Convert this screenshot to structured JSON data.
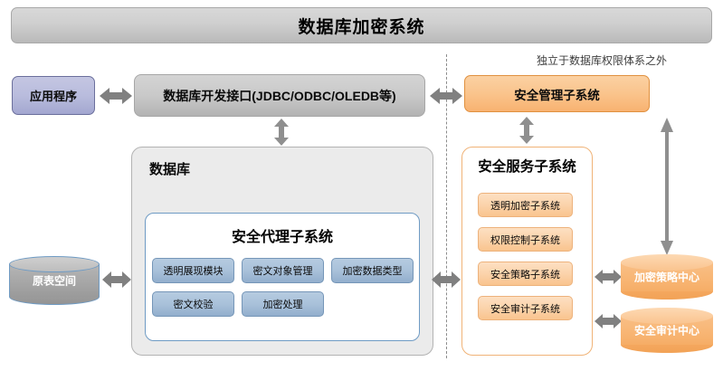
{
  "title": {
    "text": "数据库加密系统"
  },
  "left_flow": {
    "app": "应用程序",
    "jdbc": "数据库开发接口(JDBC/ODBC/OLEDB等)",
    "tablespace": "原表空间"
  },
  "database": {
    "label": "数据库",
    "agent": {
      "title": "安全代理子系统",
      "modules": [
        "透明展现模块",
        "密文对象管理",
        "加密数据类型",
        "密文校验",
        "加密处理"
      ]
    }
  },
  "right_flow": {
    "note": "独立于数据库权限体系之外",
    "security_manager": "安全管理子系统",
    "service": {
      "title": "安全服务子系统",
      "items": [
        "透明加密子系统",
        "权限控制子系统",
        "安全策略子系统",
        "安全审计子系统"
      ]
    },
    "centers": [
      "加密策略中心",
      "安全审计中心"
    ]
  },
  "colors": {
    "title_bar": "#cfcfcf",
    "app_box": "#b9bcdd",
    "jdbc_box": "#c9c9c9",
    "orange_accent": "#f8b271",
    "blue_module": "#a9c1da",
    "arrow_gray": "#808080",
    "divider": "#8c8c8c"
  }
}
